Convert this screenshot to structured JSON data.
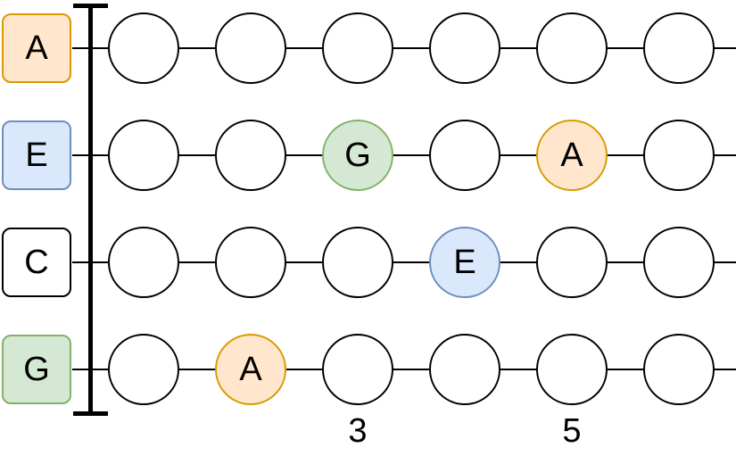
{
  "colors": {
    "A": {
      "fill": "#ffe6cc",
      "stroke": "#d79b00"
    },
    "E": {
      "fill": "#dae8fc",
      "stroke": "#6c8ebf"
    },
    "G": {
      "fill": "#d5e8d4",
      "stroke": "#82b366"
    },
    "plain": {
      "fill": "#ffffff",
      "stroke": "#000000"
    }
  },
  "strings": [
    {
      "open_note": "A",
      "frets": [
        "",
        "",
        "",
        "",
        "",
        ""
      ]
    },
    {
      "open_note": "E",
      "frets": [
        "",
        "",
        "G",
        "",
        "A",
        ""
      ]
    },
    {
      "open_note": "C",
      "frets": [
        "",
        "",
        "",
        "E",
        "",
        ""
      ]
    },
    {
      "open_note": "G",
      "frets": [
        "",
        "A",
        "",
        "",
        "",
        ""
      ]
    }
  ],
  "fret_markers": [
    {
      "fret": 3,
      "label": "3"
    },
    {
      "fret": 5,
      "label": "5"
    }
  ]
}
